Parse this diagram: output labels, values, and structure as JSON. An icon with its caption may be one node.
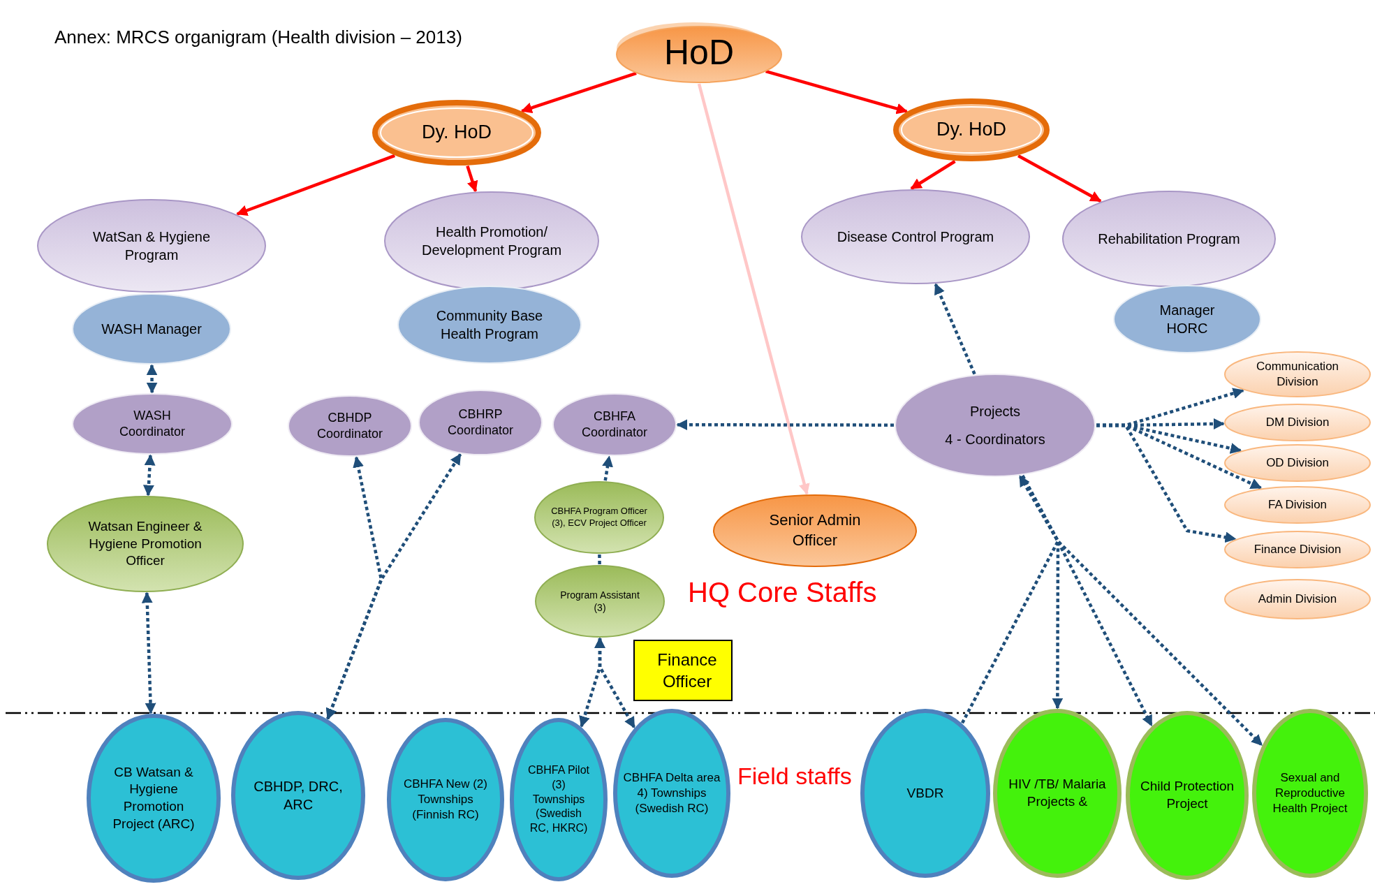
{
  "diagram": {
    "title": "Annex: MRCS organigram (Health division – 2013)",
    "nodes": [
      {
        "text": [
          "HoD"
        ]
      },
      {
        "text": [
          "Dy. HoD"
        ]
      },
      {
        "text": [
          "Dy. HoD"
        ]
      },
      {
        "text": [
          "WatSan & Hygiene Program"
        ]
      },
      {
        "text": [
          "Health Promotion/ Development Program"
        ]
      },
      {
        "text": [
          "Disease Control Program"
        ]
      },
      {
        "text": [
          "Rehabilitation Program"
        ]
      },
      {
        "text": [
          "WASH Manager"
        ]
      },
      {
        "text": [
          "Community Base Health Program"
        ]
      },
      {
        "text": [
          "Manager HORC"
        ]
      },
      {
        "text": [
          "WASH Coordinator"
        ]
      },
      {
        "text": [
          "CBHDP Coordinator"
        ]
      },
      {
        "text": [
          "CBHRP Coordinator"
        ]
      },
      {
        "text": [
          "CBHFA Coordinator"
        ]
      },
      {
        "text": [
          "Projects",
          "4 - Coordinators"
        ]
      },
      {
        "text": [
          "Communication Division"
        ]
      },
      {
        "text": [
          "DM Division"
        ]
      },
      {
        "text": [
          "OD Division"
        ]
      },
      {
        "text": [
          "FA Division"
        ]
      },
      {
        "text": [
          "Finance Division"
        ]
      },
      {
        "text": [
          "Admin Division"
        ]
      },
      {
        "text": [
          "Watsan Engineer & Hygiene Promotion Officer"
        ]
      },
      {
        "text": [
          "CBHFA Program Officer (3), ECV Project Officer"
        ]
      },
      {
        "text": [
          "Program Assistant (3)"
        ]
      },
      {
        "text": [
          "Senior Admin Officer"
        ]
      },
      {
        "text": [
          "Finance Officer"
        ]
      },
      {
        "text": [
          "CB Watsan & Hygiene Promotion Project (ARC)"
        ]
      },
      {
        "text": [
          "CBHDP, DRC, ARC"
        ]
      },
      {
        "text": [
          "CBHFA New (2) Townships (Finnish RC)"
        ]
      },
      {
        "text": [
          "CBHFA Pilot (3) Townships (Swedish RC, HKRC)"
        ]
      },
      {
        "text": [
          "CBHFA Delta area 4) Townships (Swedish RC)"
        ]
      },
      {
        "text": [
          "VBDR"
        ]
      },
      {
        "text": [
          "HIV /TB/ Malaria Projects &"
        ]
      },
      {
        "text": [
          "Child Protection Project"
        ]
      },
      {
        "text": [
          "Sexual and Reproductive Health Project"
        ]
      }
    ],
    "edges": [
      {
        "from": 0,
        "to": 1,
        "arrow": "to",
        "color": "#ff0000"
      },
      {
        "from": 0,
        "to": 2,
        "arrow": "to",
        "color": "#ff0000"
      },
      {
        "from": 0,
        "to": 24,
        "arrow": "to",
        "color": "#ffc7c7"
      },
      {
        "from": 1,
        "to": 3,
        "arrow": "to",
        "color": "#ff0000"
      },
      {
        "from": 1,
        "to": 4,
        "arrow": "to",
        "color": "#ff0000"
      },
      {
        "from": 2,
        "to": 5,
        "arrow": "to",
        "color": "#ff0000"
      },
      {
        "from": 2,
        "to": 6,
        "arrow": "to",
        "color": "#ff0000"
      },
      {
        "from": 7,
        "to": 10,
        "arrow": "both",
        "style": "dashed"
      },
      {
        "from": 10,
        "to": 21,
        "arrow": "both",
        "style": "dashed"
      },
      {
        "from": 21,
        "to": 26,
        "arrow": "both",
        "style": "dashed"
      },
      {
        "from": 27,
        "to": 11,
        "arrow": "both",
        "style": "dashed"
      },
      {
        "from": 27,
        "to": 12,
        "arrow": "both",
        "style": "dashed"
      },
      {
        "from": 22,
        "to": 13,
        "arrow": "to",
        "style": "dashed"
      },
      {
        "from": 22,
        "to": 23,
        "arrow": "none",
        "style": "dashed"
      },
      {
        "from": 23,
        "to": 29,
        "arrow": "both",
        "style": "dashed"
      },
      {
        "from": 23,
        "to": 30,
        "arrow": "both",
        "style": "dashed"
      },
      {
        "from": 14,
        "to": 13,
        "arrow": "to",
        "style": "dashed"
      },
      {
        "from": 14,
        "to": 5,
        "arrow": "to",
        "style": "dashed"
      },
      {
        "from": 14,
        "to": 15,
        "arrow": "to",
        "style": "dashed"
      },
      {
        "from": 14,
        "to": 16,
        "arrow": "to",
        "style": "dashed"
      },
      {
        "from": 14,
        "to": 17,
        "arrow": "to",
        "style": "dashed"
      },
      {
        "from": 14,
        "to": 18,
        "arrow": "to",
        "style": "dashed"
      },
      {
        "from": 14,
        "to": 19,
        "arrow": "to",
        "style": "dashed"
      },
      {
        "from": 31,
        "to": 14,
        "arrow": "to",
        "style": "dashed"
      },
      {
        "from": 14,
        "to": 32,
        "arrow": "to",
        "style": "dashed"
      },
      {
        "from": 14,
        "to": 33,
        "arrow": "to",
        "style": "dashed"
      },
      {
        "from": 14,
        "to": 34,
        "arrow": "to",
        "style": "dashed"
      }
    ],
    "labels": [
      "HQ Core Staffs",
      "Field staffs"
    ]
  }
}
